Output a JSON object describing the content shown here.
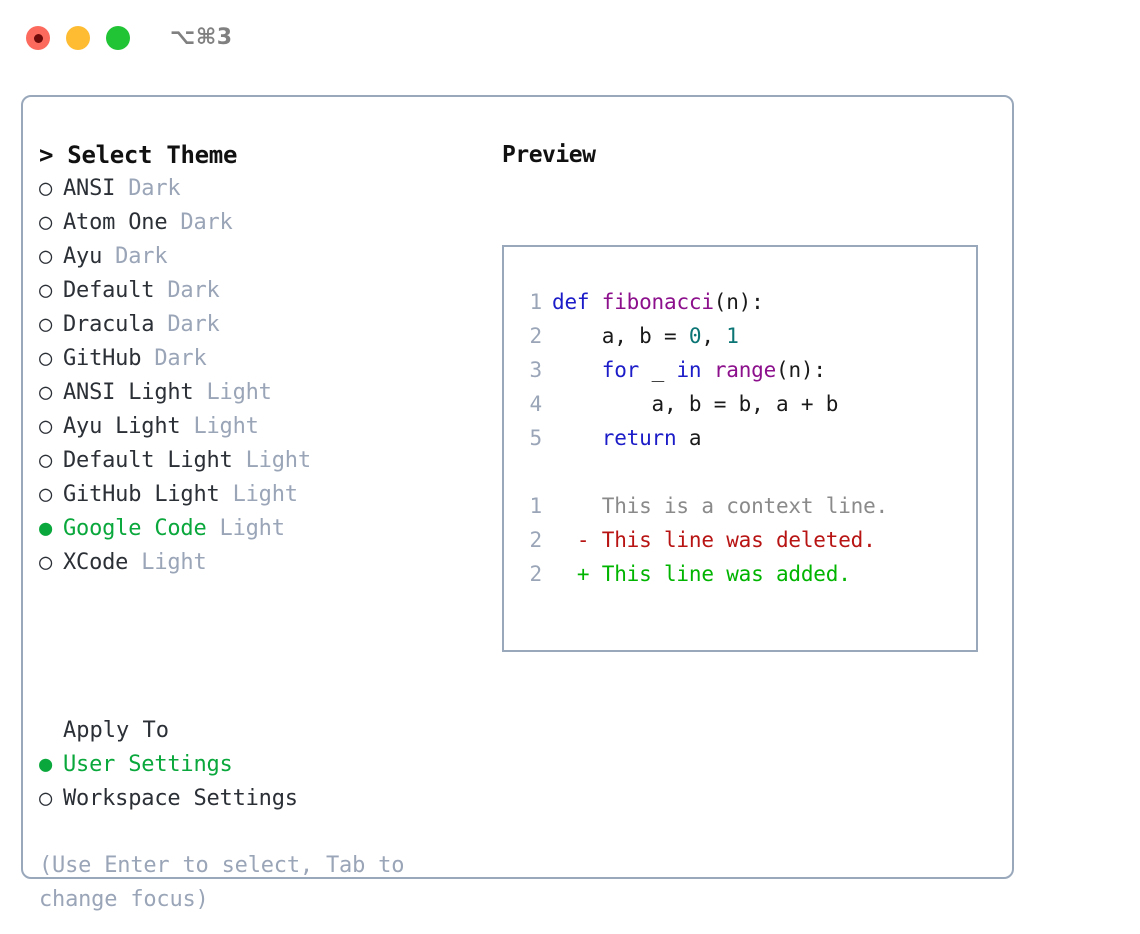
{
  "window": {
    "title": "⌥⌘3",
    "controls": [
      {
        "name": "close",
        "color": "#fc6a5d"
      },
      {
        "name": "minimize",
        "color": "#fdbc32"
      },
      {
        "name": "maximize",
        "color": "#21c435"
      }
    ]
  },
  "colors": {
    "border": "#9aa8bc",
    "selected_green": "#0aa83c",
    "muted": "#9aa5b8",
    "text": "#2b2f36",
    "keyword": "#1c1cc8",
    "function": "#8c0f8c",
    "number": "#0b7474",
    "diff_context": "#8a8a8a",
    "diff_deleted": "#b81414",
    "diff_added": "#00b400"
  },
  "theme_picker": {
    "header": "> Select Theme",
    "bullet_selected": "●",
    "bullet_unselected": "○",
    "items": [
      {
        "name": "ANSI",
        "variant": "Dark",
        "selected": false
      },
      {
        "name": "Atom One",
        "variant": "Dark",
        "selected": false
      },
      {
        "name": "Ayu",
        "variant": "Dark",
        "selected": false
      },
      {
        "name": "Default",
        "variant": "Dark",
        "selected": false
      },
      {
        "name": "Dracula",
        "variant": "Dark",
        "selected": false
      },
      {
        "name": "GitHub",
        "variant": "Dark",
        "selected": false
      },
      {
        "name": "ANSI Light",
        "variant": "Light",
        "selected": false
      },
      {
        "name": "Ayu Light",
        "variant": "Light",
        "selected": false
      },
      {
        "name": "Default Light",
        "variant": "Light",
        "selected": false
      },
      {
        "name": "GitHub Light",
        "variant": "Light",
        "selected": false
      },
      {
        "name": "Google Code",
        "variant": "Light",
        "selected": true
      },
      {
        "name": "XCode",
        "variant": "Light",
        "selected": false
      }
    ]
  },
  "apply_to": {
    "title": "Apply To",
    "options": [
      {
        "label": "User Settings",
        "selected": true
      },
      {
        "label": "Workspace Settings",
        "selected": false
      }
    ]
  },
  "hint": "(Use Enter to select, Tab to change focus)",
  "preview": {
    "header": "Preview",
    "code_lines": [
      {
        "num": "1",
        "tokens": [
          {
            "t": "def ",
            "c": "kw"
          },
          {
            "t": "fibonacci",
            "c": "fn"
          },
          {
            "t": "(n):",
            "c": "plain"
          }
        ]
      },
      {
        "num": "2",
        "tokens": [
          {
            "t": "    a, b = ",
            "c": "plain"
          },
          {
            "t": "0",
            "c": "num"
          },
          {
            "t": ", ",
            "c": "plain"
          },
          {
            "t": "1",
            "c": "num"
          }
        ]
      },
      {
        "num": "3",
        "tokens": [
          {
            "t": "    ",
            "c": "plain"
          },
          {
            "t": "for",
            "c": "kw"
          },
          {
            "t": " _ ",
            "c": "plain"
          },
          {
            "t": "in",
            "c": "kw"
          },
          {
            "t": " ",
            "c": "plain"
          },
          {
            "t": "range",
            "c": "fn"
          },
          {
            "t": "(n):",
            "c": "plain"
          }
        ]
      },
      {
        "num": "4",
        "tokens": [
          {
            "t": "        a, b = b, a + b",
            "c": "plain"
          }
        ]
      },
      {
        "num": "5",
        "tokens": [
          {
            "t": "    ",
            "c": "plain"
          },
          {
            "t": "return",
            "c": "kw"
          },
          {
            "t": " a",
            "c": "plain"
          }
        ]
      }
    ],
    "diff_lines": [
      {
        "num": "1",
        "marker": " ",
        "text": "This is a context line.",
        "kind": "ctx"
      },
      {
        "num": "2",
        "marker": "-",
        "text": "This line was deleted.",
        "kind": "del"
      },
      {
        "num": "2",
        "marker": "+",
        "text": "This line was added.",
        "kind": "add"
      }
    ]
  }
}
